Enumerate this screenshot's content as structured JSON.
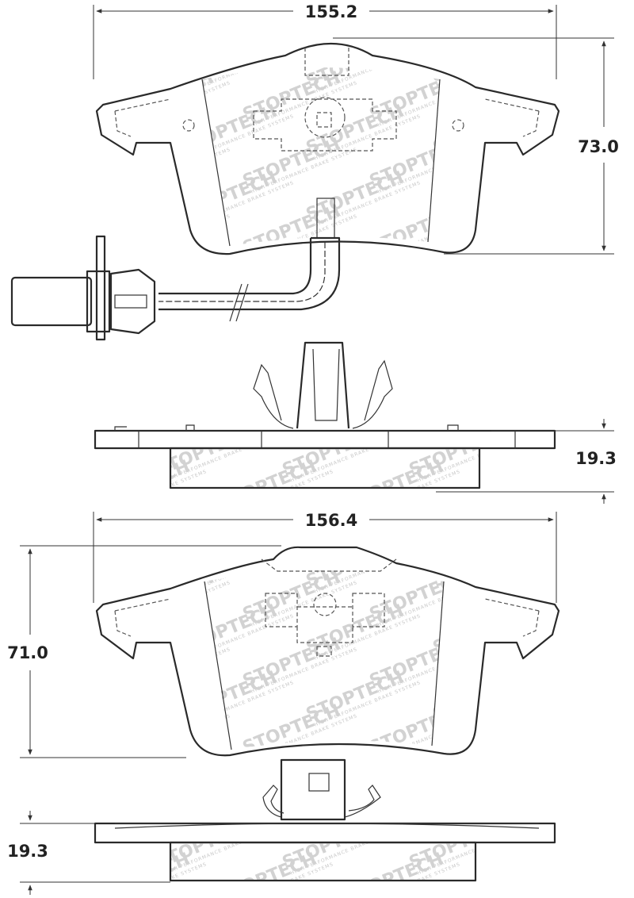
{
  "dimensions": {
    "top_pad_width": "155.2",
    "top_pad_height": "73.0",
    "top_pad_thickness": "19.3",
    "bottom_pad_width": "156.4",
    "bottom_pad_height": "71.0",
    "bottom_pad_thickness": "19.3"
  },
  "watermark": {
    "brand": "STOPTECH",
    "tagline": "HIGH PERFORMANCE BRAKE SYSTEMS"
  },
  "colors": {
    "line": "#2a2a2a",
    "watermark": "#d2d2d2"
  }
}
